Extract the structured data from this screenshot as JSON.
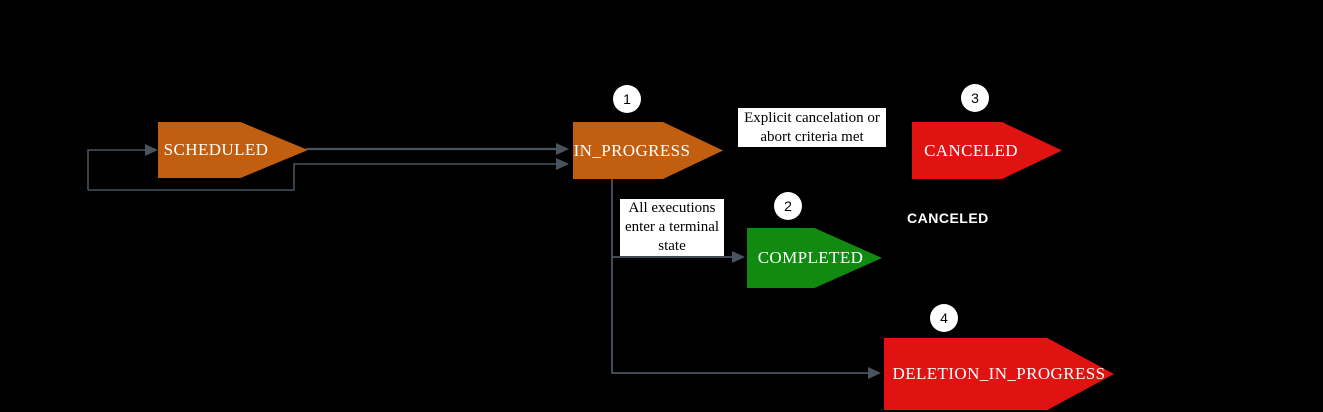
{
  "diagram": {
    "background": "#000000",
    "colors": {
      "edge": "#49545F",
      "node_text": "#FFFFFF",
      "orange": "#C25E0F",
      "red": "#E11212",
      "green": "#108A10",
      "badge_bg": "#FFFFFF",
      "badge_text": "#000000",
      "label_bg": "#FFFFFF",
      "label_text": "#000000"
    },
    "nodes": [
      {
        "label": "SCHEDULED",
        "color": "#C25E0F",
        "badge": ""
      },
      {
        "label": "IN_PROGRESS",
        "color": "#C25E0F",
        "badge": "1"
      },
      {
        "label": "COMPLETED",
        "color": "#108A10",
        "badge": "2"
      },
      {
        "label": "CANCELED",
        "color": "#E11212",
        "badge": "3"
      },
      {
        "label": "DELETION_IN_PROGRESS",
        "color": "#E11212",
        "badge": "4"
      }
    ],
    "edge_labels": {
      "cancel_reason": "Explicit cancelation or abort criteria met",
      "terminal_reason": "All executions enter a terminal state",
      "canceled_caption": "CANCELED"
    }
  }
}
